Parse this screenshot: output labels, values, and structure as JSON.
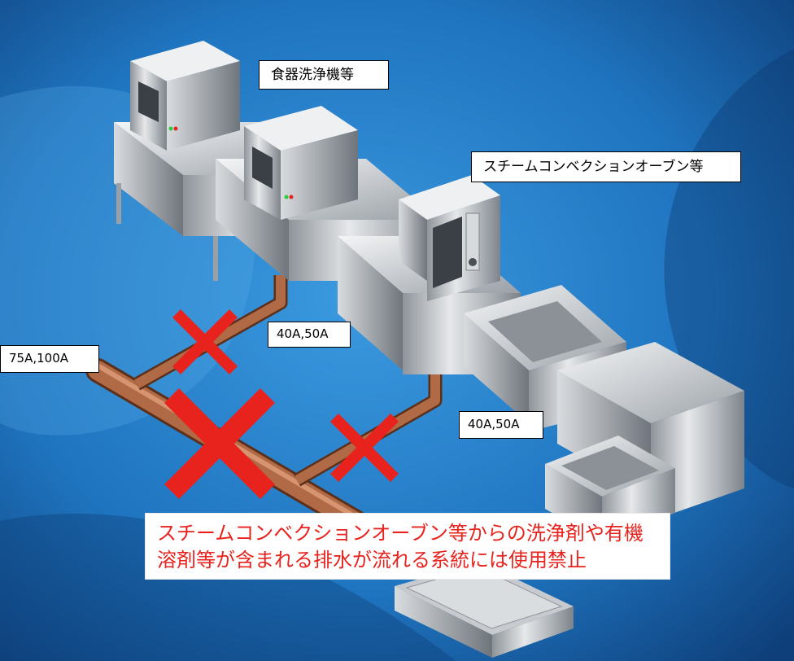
{
  "labels": {
    "dishwasher": "食器洗浄機等",
    "steam_oven": "スチームコンベクションオーブン等",
    "branch_pipe_1": "40A,50A",
    "branch_pipe_2": "40A,50A",
    "main_pipe": "75A,100A"
  },
  "warning": {
    "line1": "スチームコンベクションオーブン等からの洗浄剤や有機",
    "line2": "溶剤等が含まれる排水が流れる系統には使用禁止"
  },
  "colors": {
    "background": "#1e6fb5",
    "pipe": "#b06a45",
    "prohibited_mark": "#e8231e",
    "warning_text": "#e8231e",
    "steel": "#c9cdd2"
  }
}
